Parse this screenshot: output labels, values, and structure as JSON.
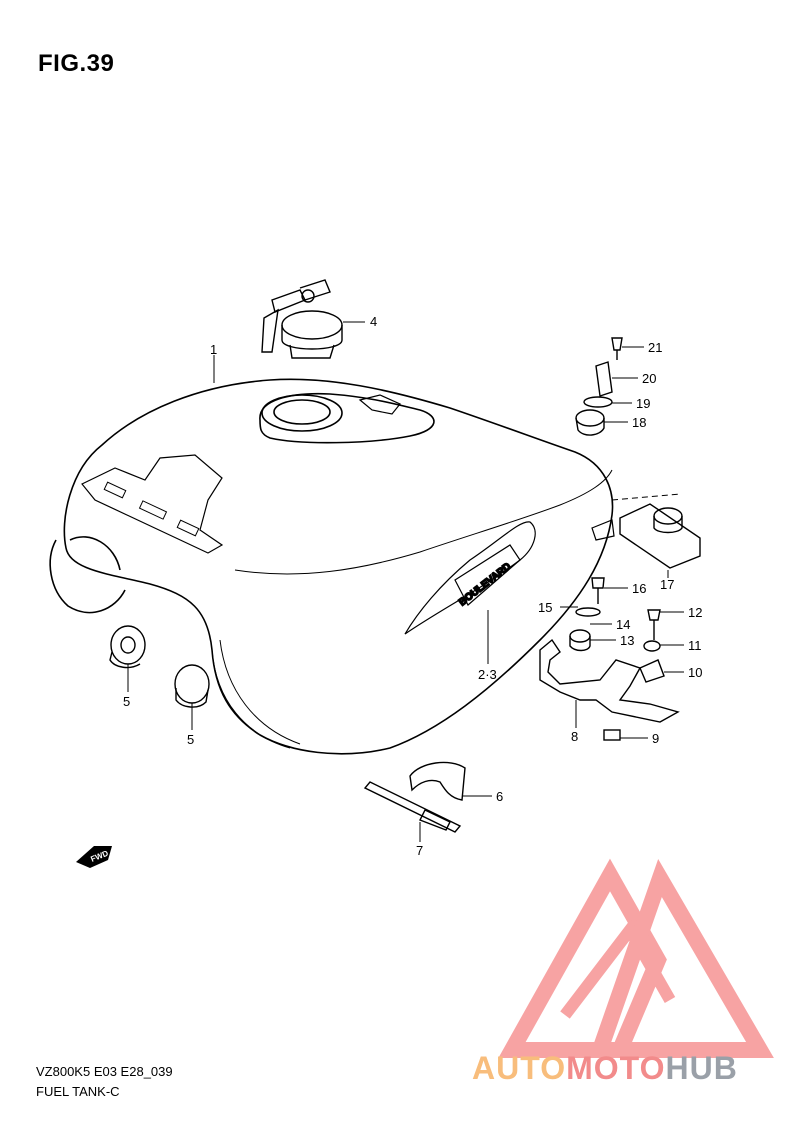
{
  "figure": {
    "title": "FIG.39"
  },
  "parts": [
    {
      "id": "1",
      "label": "1"
    },
    {
      "id": "2-3",
      "label": "2·3"
    },
    {
      "id": "4",
      "label": "4"
    },
    {
      "id": "5a",
      "label": "5"
    },
    {
      "id": "5b",
      "label": "5"
    },
    {
      "id": "6",
      "label": "6"
    },
    {
      "id": "7",
      "label": "7"
    },
    {
      "id": "8",
      "label": "8"
    },
    {
      "id": "9",
      "label": "9"
    },
    {
      "id": "10",
      "label": "10"
    },
    {
      "id": "11",
      "label": "11"
    },
    {
      "id": "12",
      "label": "12"
    },
    {
      "id": "13",
      "label": "13"
    },
    {
      "id": "14",
      "label": "14"
    },
    {
      "id": "15",
      "label": "15"
    },
    {
      "id": "16",
      "label": "16"
    },
    {
      "id": "17",
      "label": "17"
    },
    {
      "id": "18",
      "label": "18"
    },
    {
      "id": "19",
      "label": "19"
    },
    {
      "id": "20",
      "label": "20"
    },
    {
      "id": "21",
      "label": "21"
    }
  ],
  "emblem": {
    "text": "BOULEVARD"
  },
  "fwd_arrow": {
    "text": "FWD"
  },
  "footer": {
    "code": "VZ800K5 E03 E28_039",
    "name": "FUEL TANK-C"
  },
  "watermark": {
    "part1": "AUTO",
    "part2": "MOTO",
    "part3": "HUB",
    "color_primary": "#f28b8b",
    "color_secondary": "#f8bd7c",
    "color_tertiary": "#9aa0a8"
  }
}
